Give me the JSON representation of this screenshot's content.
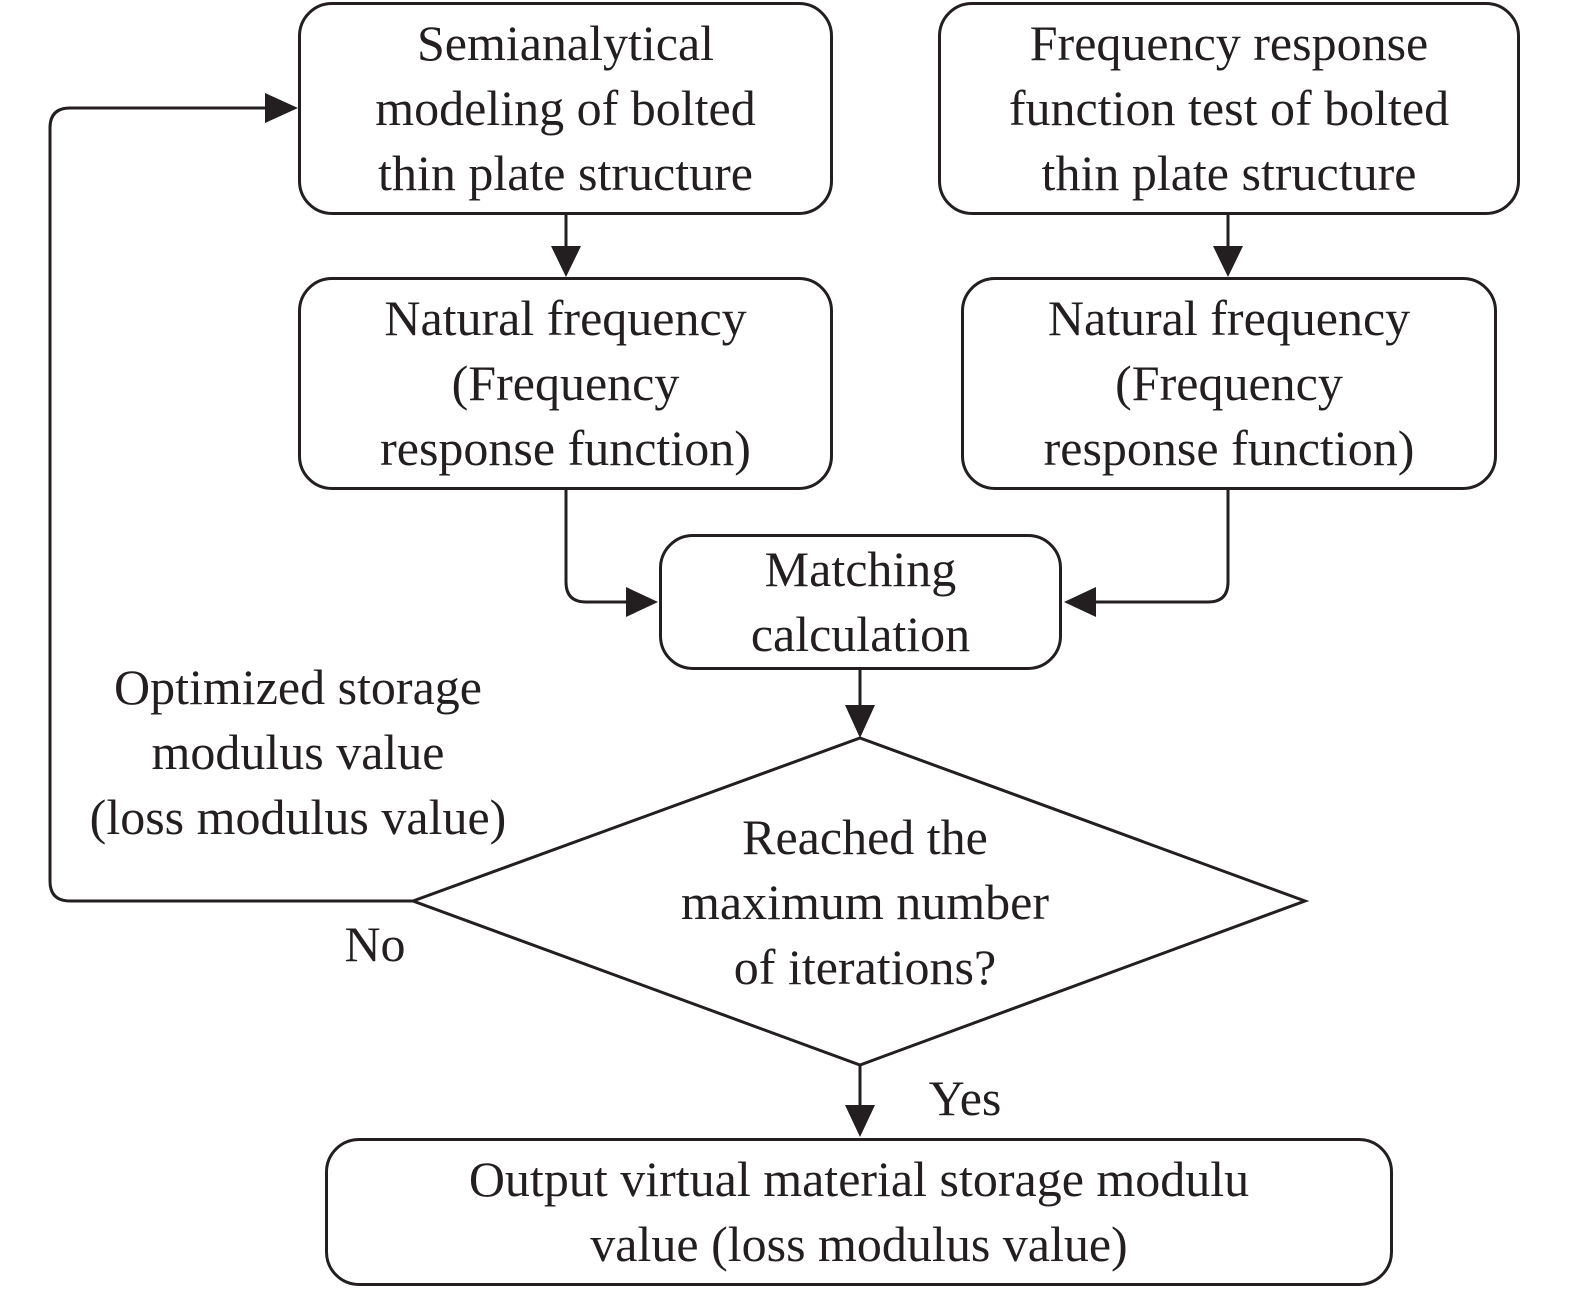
{
  "nodes": {
    "model": {
      "lines": [
        "Semianalytical",
        "modeling of bolted",
        "thin plate structure"
      ]
    },
    "test": {
      "lines": [
        "Frequency response",
        "function test of bolted",
        "thin plate structure"
      ]
    },
    "nat_left": {
      "lines": [
        "Natural frequency",
        "(Frequency",
        "response function)"
      ]
    },
    "nat_right": {
      "lines": [
        "Natural frequency",
        "(Frequency",
        "response function)"
      ]
    },
    "matching": {
      "lines": [
        "Matching",
        "calculation"
      ]
    },
    "decision": {
      "lines": [
        "Reached the",
        "maximum number",
        "of iterations?"
      ]
    },
    "output": {
      "lines": [
        "Output virtual material storage modulu",
        "value (loss modulus value)"
      ]
    }
  },
  "labels": {
    "feedback": {
      "lines": [
        "Optimized storage",
        "modulus value",
        "(loss modulus value)"
      ]
    },
    "no": "No",
    "yes": "Yes"
  },
  "colors": {
    "stroke": "#231f20",
    "text": "#231f20",
    "background": "#ffffff"
  }
}
